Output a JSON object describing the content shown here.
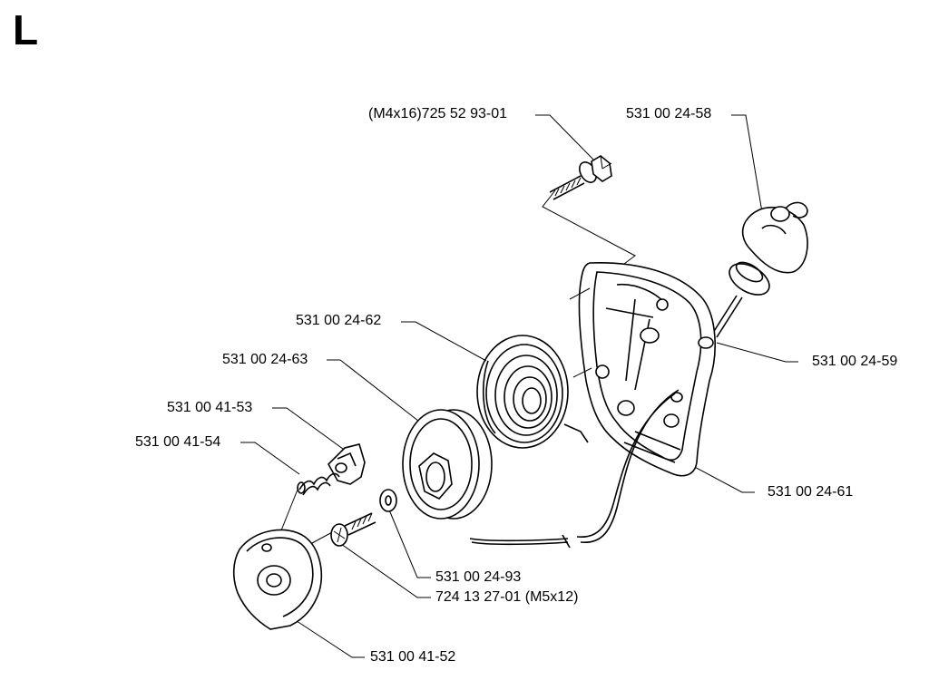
{
  "section_letter": "L",
  "labels": {
    "screw_top": "(M4x16)725 52 93-01",
    "handle": "531 00 24-58",
    "rope_guide": "531 00 24-59",
    "housing": "531 00 24-61",
    "spring": "531 00 24-62",
    "pulley": "531 00 24-63",
    "pawl": "531 00 41-53",
    "pawl_spring": "531 00 41-54",
    "washer": "531 00 24-93",
    "screw_bottom": "724 13 27-01 (M5x12)",
    "carrier": "531 00 41-52"
  }
}
